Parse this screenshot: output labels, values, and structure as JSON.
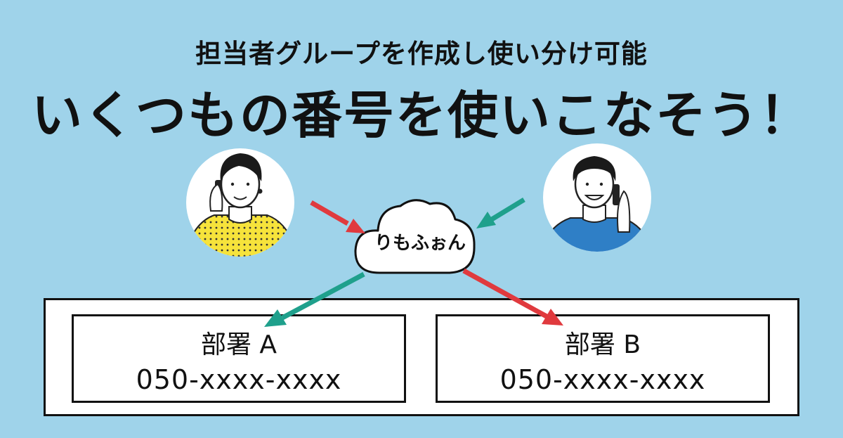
{
  "header": {
    "subtitle": "担当者グループを作成し使い分け可能",
    "title": "いくつもの番号を使いこなそう！"
  },
  "cloud": {
    "label": "りもふぉん"
  },
  "departments": [
    {
      "name": "部署 A",
      "number": "050-xxxx-xxxx"
    },
    {
      "name": "部署 B",
      "number": "050-xxxx-xxxx"
    }
  ],
  "colors": {
    "background": "#9fd3ea",
    "arrow_red": "#e03a3e",
    "arrow_teal": "#1fa08c",
    "woman_shirt": "#f6e33b",
    "man_shirt": "#2f7fc6"
  }
}
